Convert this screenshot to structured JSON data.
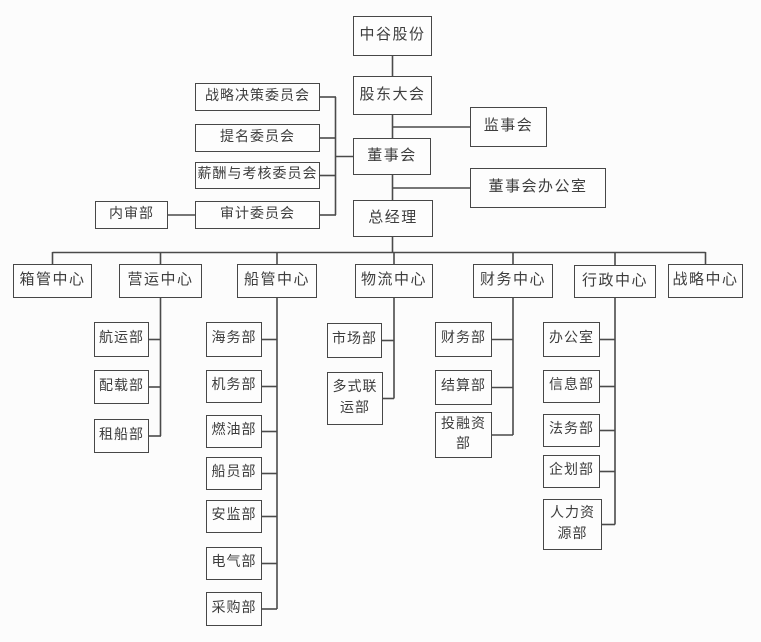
{
  "org_chart": {
    "company": {
      "label": "中谷股份"
    },
    "shareholders_meeting": {
      "label": "股东大会"
    },
    "supervisory_board": {
      "label": "监事会"
    },
    "board_of_directors": {
      "label": "董事会"
    },
    "board_office": {
      "label": "董事会办公室"
    },
    "general_manager": {
      "label": "总经理"
    },
    "committees": [
      {
        "label": "战略决策委员会"
      },
      {
        "label": "提名委员会"
      },
      {
        "label": "薪酬与考核委员会"
      },
      {
        "label": "审计委员会"
      }
    ],
    "internal_audit_dept": {
      "label": "内审部"
    },
    "centers": [
      {
        "label": "箱管中心",
        "departments": []
      },
      {
        "label": "营运中心",
        "departments": [
          {
            "label": "航运部"
          },
          {
            "label": "配载部"
          },
          {
            "label": "租船部"
          }
        ]
      },
      {
        "label": "船管中心",
        "departments": [
          {
            "label": "海务部"
          },
          {
            "label": "机务部"
          },
          {
            "label": "燃油部"
          },
          {
            "label": "船员部"
          },
          {
            "label": "安监部"
          },
          {
            "label": "电气部"
          },
          {
            "label": "采购部"
          }
        ]
      },
      {
        "label": "物流中心",
        "departments": [
          {
            "label": "市场部"
          },
          {
            "label": "多式联运部"
          }
        ]
      },
      {
        "label": "财务中心",
        "departments": [
          {
            "label": "财务部"
          },
          {
            "label": "结算部"
          },
          {
            "label": "投融资部"
          }
        ]
      },
      {
        "label": "行政中心",
        "departments": [
          {
            "label": "办公室"
          },
          {
            "label": "信息部"
          },
          {
            "label": "法务部"
          },
          {
            "label": "企划部"
          },
          {
            "label": "人力资源部"
          }
        ]
      },
      {
        "label": "战略中心",
        "departments": []
      }
    ],
    "colors": {
      "box_border": "#474747",
      "text": "#3d3d3d",
      "background": "#fcfcfc",
      "line": "#4a4a4a"
    }
  }
}
